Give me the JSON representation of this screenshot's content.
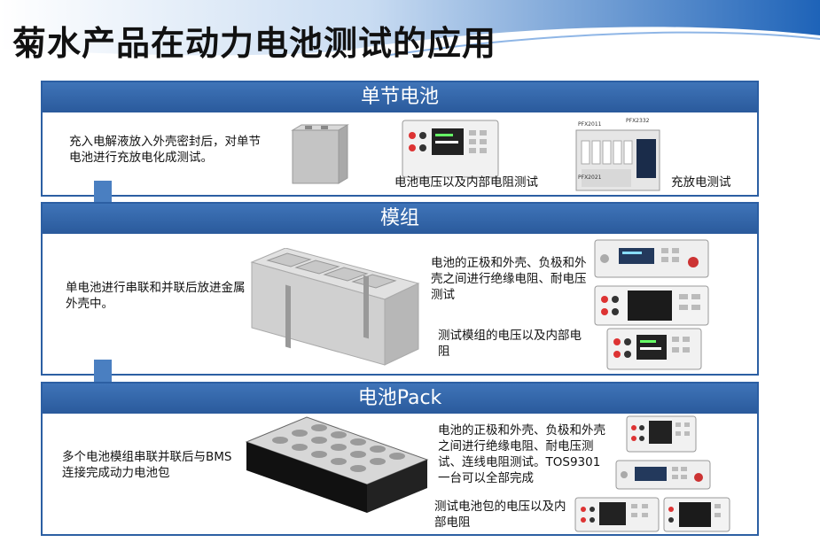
{
  "page": {
    "title": "菊水产品在动力电池测试的应用"
  },
  "sections": [
    {
      "title": "单节电池",
      "description": "充入电解液放入外壳密封后，对单节电池进行充放电化成测试。",
      "captions": [
        "电池电压以及内部电阻测试",
        "充放电测试"
      ],
      "device_labels": [
        "PFX2011",
        "PFX2332",
        "PFX2021"
      ]
    },
    {
      "title": "模组",
      "description": "单电池进行串联和并联后放进金属外壳中。",
      "captions": [
        "电池的正极和外壳、负极和外壳之间进行绝缘电阻、耐电压测试",
        "测试模组的电压以及内部电阻"
      ]
    },
    {
      "title": "电池Pack",
      "description": "多个电池模组串联并联后与BMS连接完成动力电池包",
      "captions": [
        "电池的正极和外壳、负极和外壳之间进行绝缘电阻、耐电压测试、连线电阻测试。TOS9301一台可以全部完成",
        "测试电池包的电压以及内部电阻"
      ]
    }
  ],
  "colors": {
    "header_blue": "#2c5fa3",
    "arrow_blue": "#4a7fc1",
    "swoosh_blue": "#1e63b8"
  }
}
